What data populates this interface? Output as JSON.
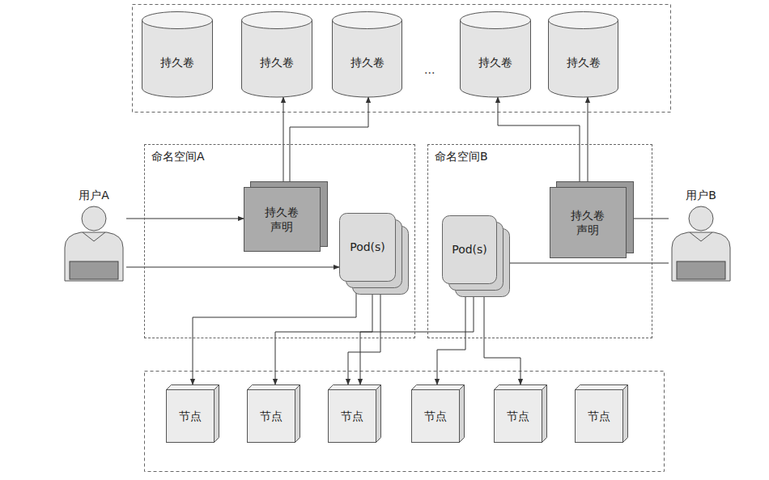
{
  "diagram": {
    "nodes": [
      {
        "text": [
          "持久卷"
        ]
      },
      {
        "text": [
          "持久卷"
        ]
      },
      {
        "text": [
          "持久卷"
        ]
      },
      {
        "text": [
          "持久卷"
        ]
      },
      {
        "text": [
          "持久卷"
        ]
      },
      {
        "text": [
          "用户A"
        ]
      },
      {
        "text": [
          "命名空间A"
        ]
      },
      {
        "text": [
          "持久卷 声明"
        ],
        "in": 6
      },
      {
        "text": [
          "Pod(s)"
        ],
        "in": 6
      },
      {
        "text": [
          "命名空间B"
        ]
      },
      {
        "text": [
          "Pod(s)"
        ],
        "in": 9
      },
      {
        "text": [
          "持久卷 声明"
        ],
        "in": 9
      },
      {
        "text": [
          "用户B"
        ]
      },
      {
        "text": [
          "节点"
        ]
      },
      {
        "text": [
          "节点"
        ]
      },
      {
        "text": [
          "节点"
        ]
      },
      {
        "text": [
          "节点"
        ]
      },
      {
        "text": [
          "节点"
        ]
      },
      {
        "text": [
          "节点"
        ]
      }
    ],
    "edges": [
      {
        "from": 5,
        "to": 7,
        "arrow": "to"
      },
      {
        "from": 5,
        "to": 8,
        "arrow": "to"
      },
      {
        "from": 7,
        "to": 1,
        "arrow": "to"
      },
      {
        "from": 7,
        "to": 2,
        "arrow": "to"
      },
      {
        "from": 12,
        "to": 11,
        "arrow": "to"
      },
      {
        "from": 12,
        "to": 10,
        "arrow": "to"
      },
      {
        "from": 11,
        "to": 3,
        "arrow": "to"
      },
      {
        "from": 11,
        "to": 4,
        "arrow": "to"
      },
      {
        "from": 8,
        "to": 13,
        "arrow": "to"
      },
      {
        "from": 8,
        "to": 14,
        "arrow": "to"
      },
      {
        "from": 8,
        "to": 15,
        "arrow": "to"
      },
      {
        "from": 10,
        "to": 15,
        "arrow": "to"
      },
      {
        "from": 10,
        "to": 16,
        "arrow": "to"
      },
      {
        "from": 10,
        "to": 17,
        "arrow": "to"
      }
    ],
    "labels": [
      "..."
    ]
  }
}
